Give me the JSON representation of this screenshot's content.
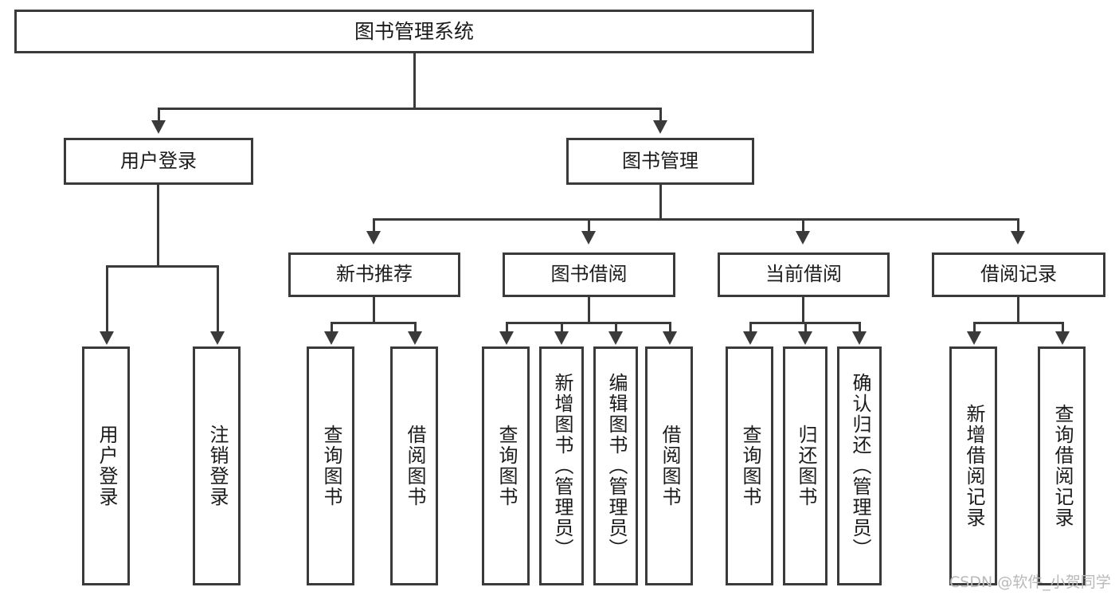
{
  "diagram": {
    "title": "图书管理系统",
    "type": "hierarchy-tree",
    "root": {
      "label": "图书管理系统"
    },
    "level2": [
      {
        "label": "用户登录"
      },
      {
        "label": "图书管理"
      }
    ],
    "level3": [
      {
        "label": "新书推荐"
      },
      {
        "label": "图书借阅"
      },
      {
        "label": "当前借阅"
      },
      {
        "label": "借阅记录"
      }
    ],
    "leaves": {
      "user_login": [
        {
          "label": "用户登录"
        },
        {
          "label": "注销登录"
        }
      ],
      "new_book_recommend": [
        {
          "label": "查询图书"
        },
        {
          "label": "借阅图书"
        }
      ],
      "book_borrow": [
        {
          "label": "查询图书"
        },
        {
          "label": "新增图书（管理员）"
        },
        {
          "label": "编辑图书（管理员）"
        },
        {
          "label": "借阅图书"
        }
      ],
      "current_borrow": [
        {
          "label": "查询图书"
        },
        {
          "label": "归还图书"
        },
        {
          "label": "确认归还（管理员）"
        }
      ],
      "borrow_records": [
        {
          "label": "新增借阅记录"
        },
        {
          "label": "查询借阅记录"
        }
      ]
    }
  },
  "watermark": {
    "text": "CSDN @软件_小贺同学"
  },
  "colors": {
    "stroke": "#3a3a3a",
    "text": "#1b1b1b",
    "background": "#ffffff",
    "watermark": "#b9b9b9"
  }
}
